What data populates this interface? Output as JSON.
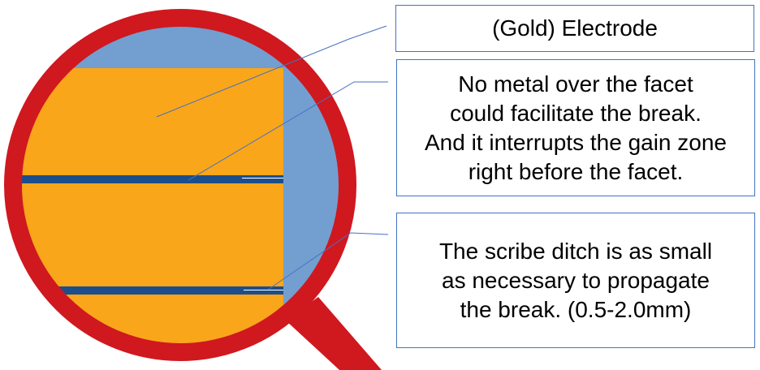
{
  "callouts": {
    "electrode": "(Gold) Electrode",
    "facet": "No metal over the facet\ncould facilitate the break.\nAnd it interrupts the gain zone\nright before the facet.",
    "scribe": "The scribe ditch is as small\nas necessary to propagate\nthe break. (0.5-2.0mm)"
  },
  "colors": {
    "lens_rim": "#d0181f",
    "lens_background": "#729fcf",
    "chip_body": "#f9a61a",
    "waveguide_stripe": "#1c4e8c",
    "leader_line": "#4472c4",
    "callout_border": "#4472c4"
  }
}
